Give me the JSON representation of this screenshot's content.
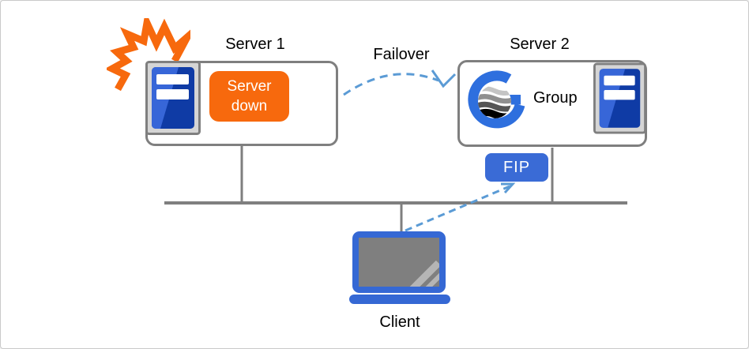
{
  "diagram": {
    "server1": {
      "label": "Server 1",
      "status_badge": {
        "lines": [
          "Server",
          "down"
        ]
      }
    },
    "server2": {
      "label": "Server 2",
      "group_label": "Group"
    },
    "failover": {
      "label": "Failover"
    },
    "fip": {
      "label": "FIP"
    },
    "client": {
      "label": "Client"
    },
    "colors": {
      "alert_orange": "#f7690d",
      "server_navy": "#0f3ba5",
      "server_blue_light": "#3766d8",
      "royal_blue": "#3a6bd6",
      "arrow_blue": "#5b9bd5",
      "line_gray": "#7f7f7f",
      "frame_gray": "#d5d5d5",
      "logo_blue": "#2e6fde"
    },
    "icons": {
      "explosion": "explosion-burst-icon",
      "server_tower": "server-tower-icon",
      "group_logo": "cluster-group-logo-icon",
      "laptop": "laptop-icon"
    }
  }
}
